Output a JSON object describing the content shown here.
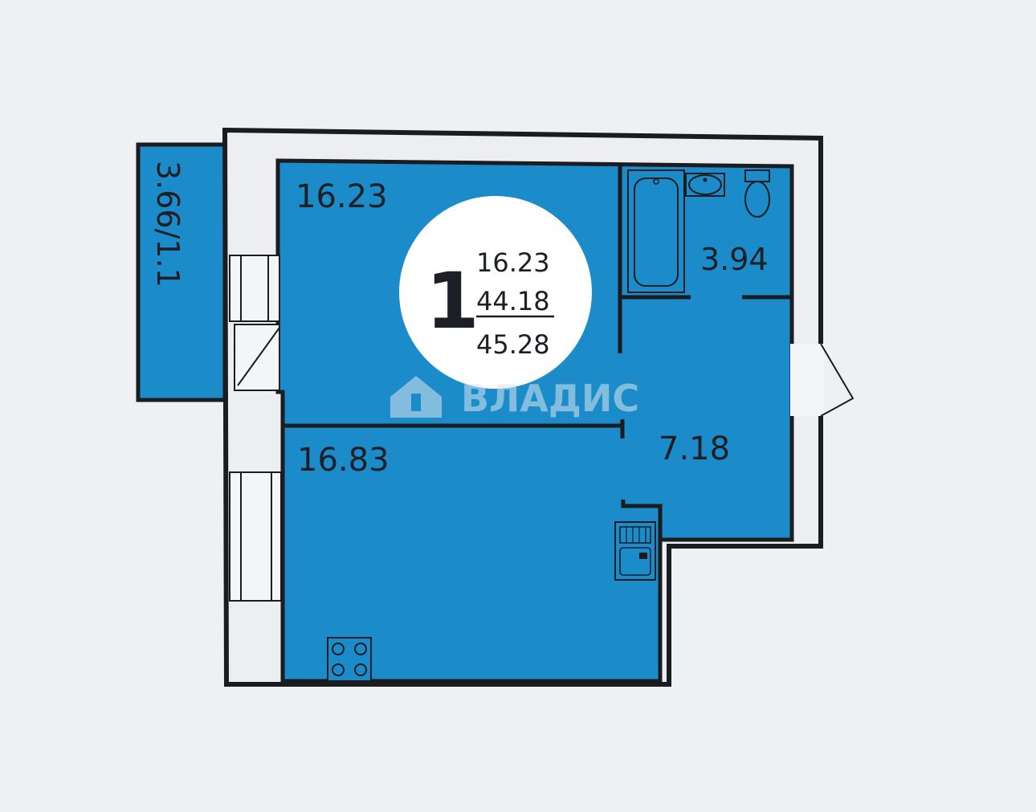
{
  "plan": {
    "rooms": {
      "living": "16.23",
      "bathroom": "3.94",
      "hall": "7.18",
      "kitchen": "16.83",
      "balcony": "3.66/1.1"
    },
    "badge": {
      "rooms_count": "1",
      "living_area": "16.23",
      "total_area": "44.18",
      "total_with_balcony": "45.28"
    },
    "watermark": "ВЛАДИС"
  },
  "colors": {
    "background": "#eef0f3",
    "room_fill": "#1b8bc9",
    "wall_fill": "#eceef1",
    "wall_stroke": "#1a1c20",
    "badge_fill": "#ffffff"
  }
}
